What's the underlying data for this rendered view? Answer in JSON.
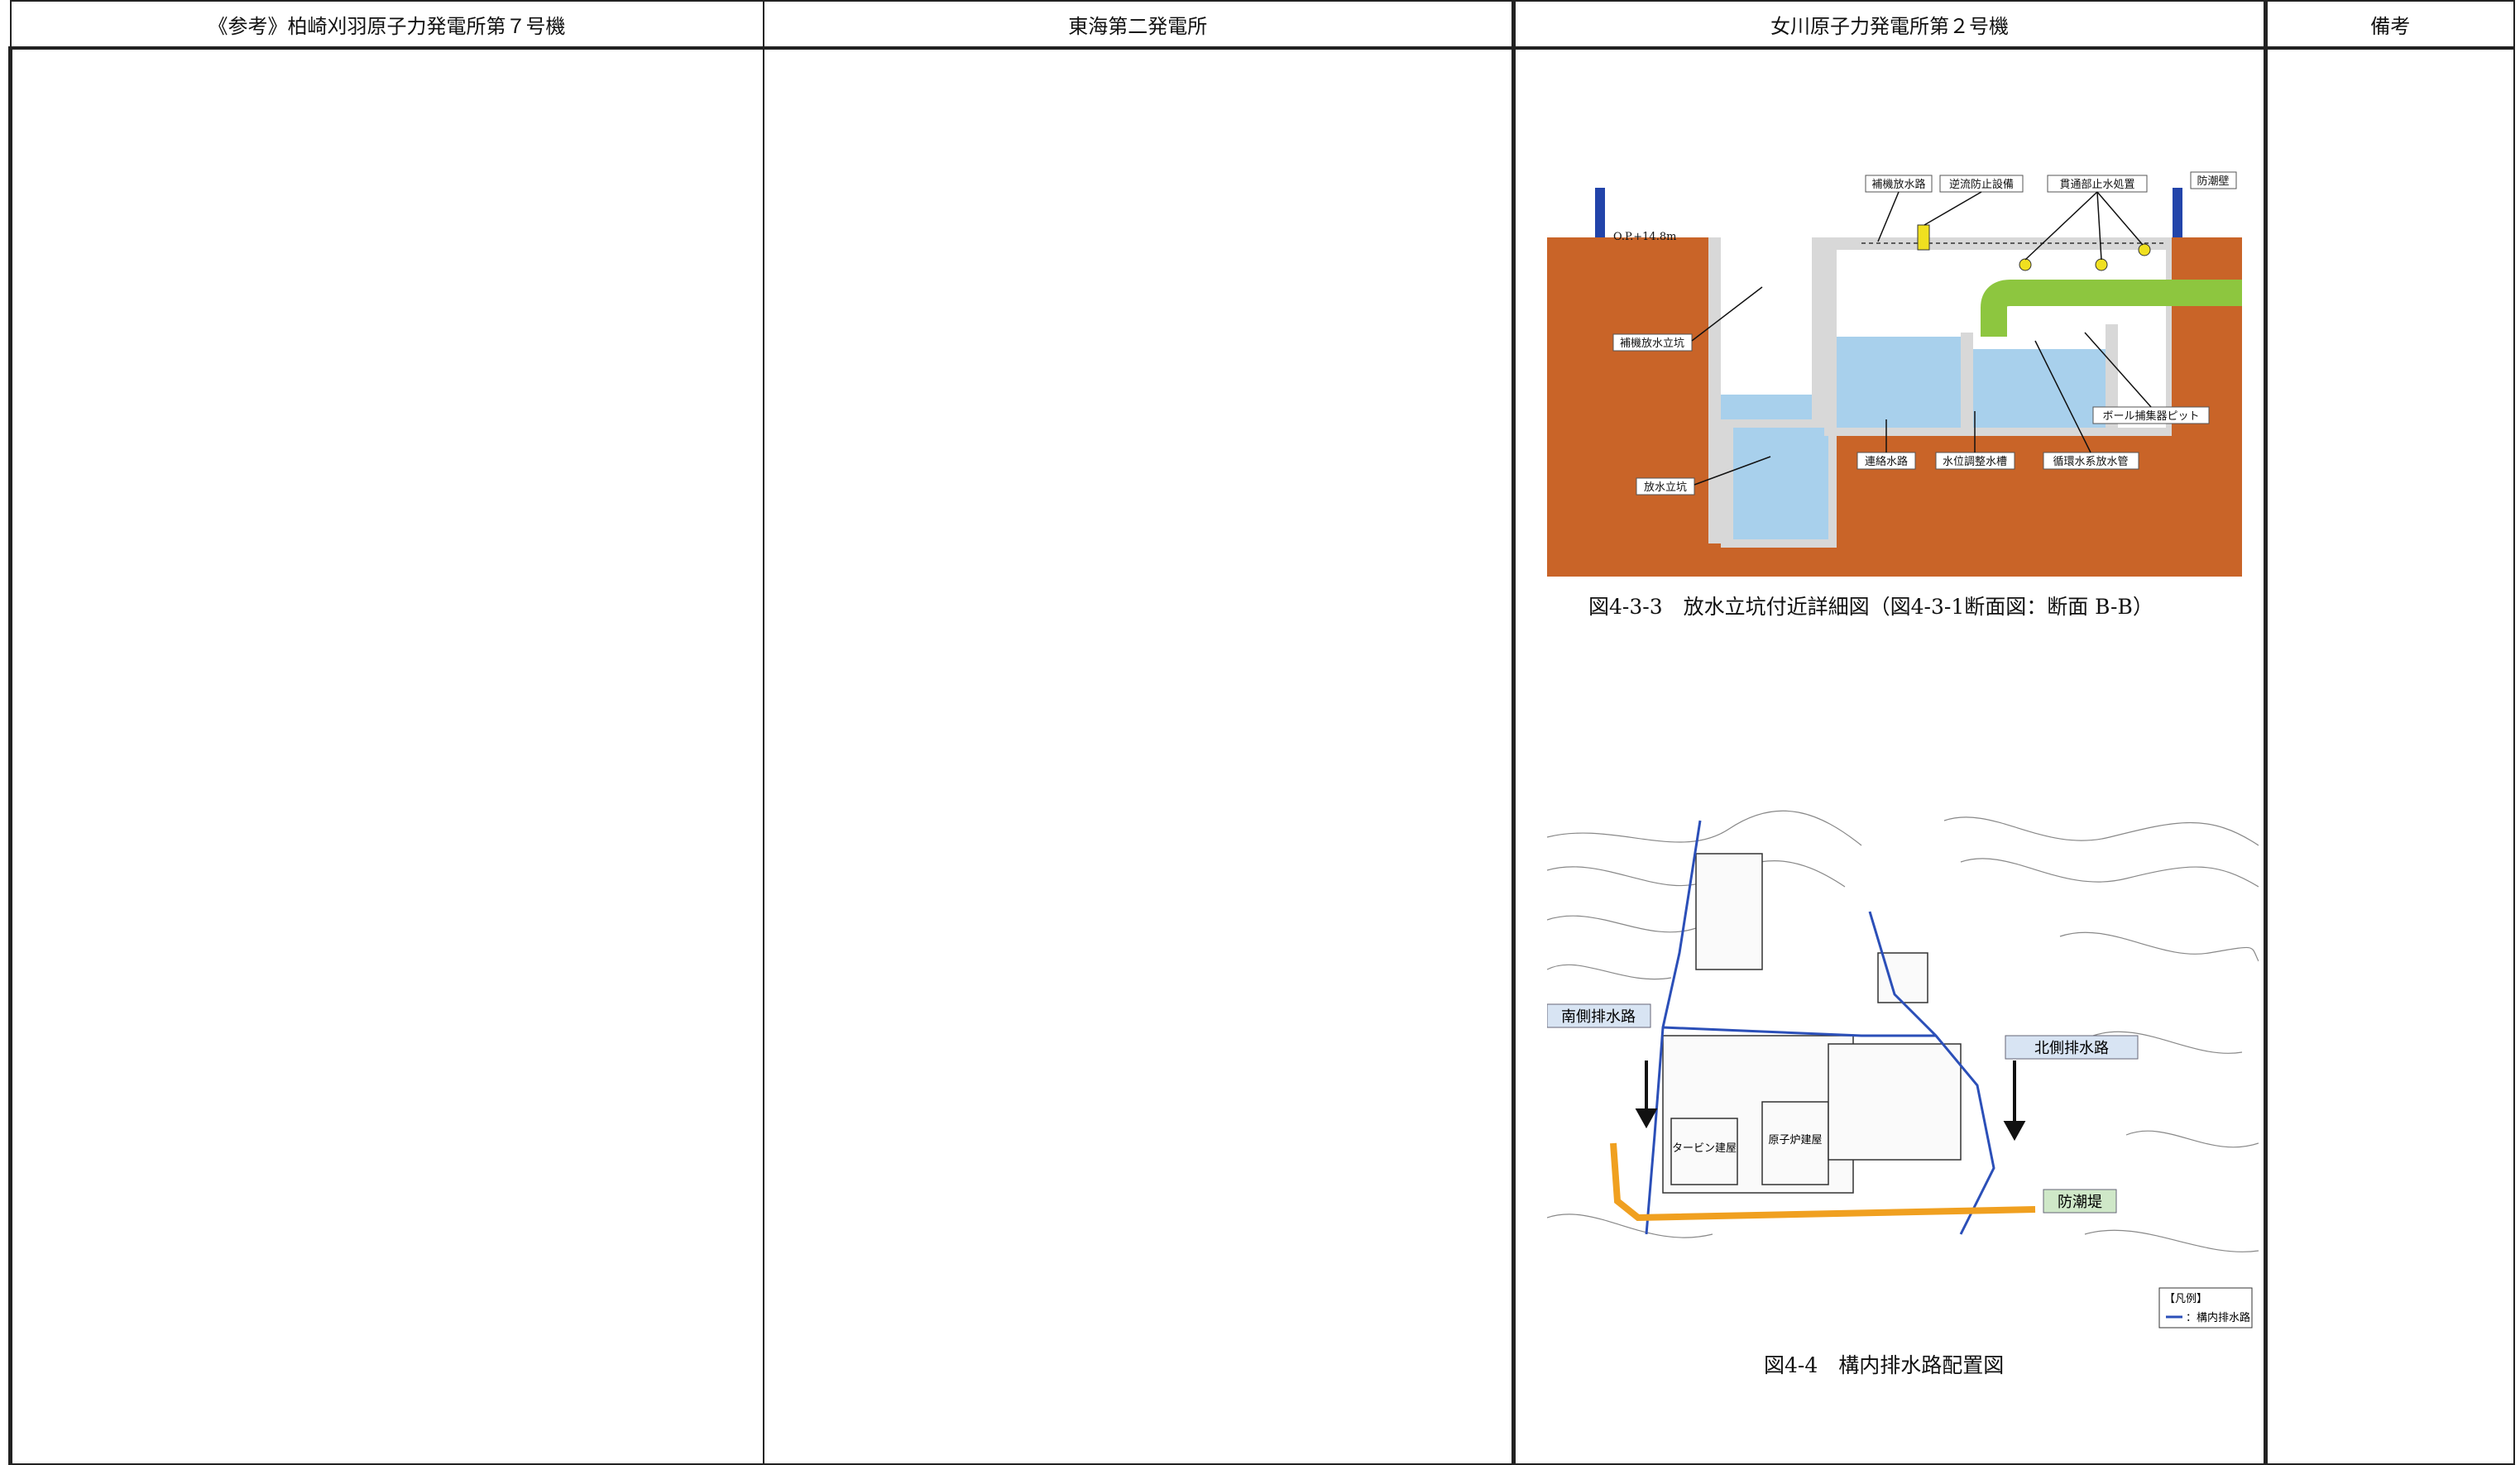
{
  "columns": [
    {
      "header": "《参考》柏崎刈羽原子力発電所第７号機"
    },
    {
      "header": "東海第二発電所"
    },
    {
      "header": "女川原子力発電所第２号機"
    },
    {
      "header": "備考"
    }
  ],
  "figure1": {
    "caption": "図4-3-3　放水立坑付近詳細図（図4-3-1断面図：断面 B-B）",
    "labels": {
      "aux_outlet": "補機放水路",
      "backflow": "逆流防止設備",
      "penetration": "貫通部止水処置",
      "seawall": "防潮壁",
      "level": "O.P.+14.8m",
      "aux_shaft": "補機放水立坑",
      "outlet_shaft": "放水立坑",
      "connect": "連絡水路",
      "level_tank": "水位調整水槽",
      "circ_pipe": "循環水系放水管",
      "ball_pit": "ボール捕集器ピット"
    },
    "colors": {
      "soil": "#c96428",
      "water": "#a8d0ec",
      "pipe": "#8dc63f",
      "wall": "#2244aa",
      "valve": "#f0e020"
    }
  },
  "figure2": {
    "caption": "図4-4　構内排水路配置図",
    "labels": {
      "south": "南側排水路",
      "north": "北側排水路",
      "seawall": "防潮堤",
      "turbine": "タービン建屋",
      "reactor": "原子炉建屋",
      "legend_title": "【凡例】",
      "legend_item": "：構内排水路"
    }
  }
}
